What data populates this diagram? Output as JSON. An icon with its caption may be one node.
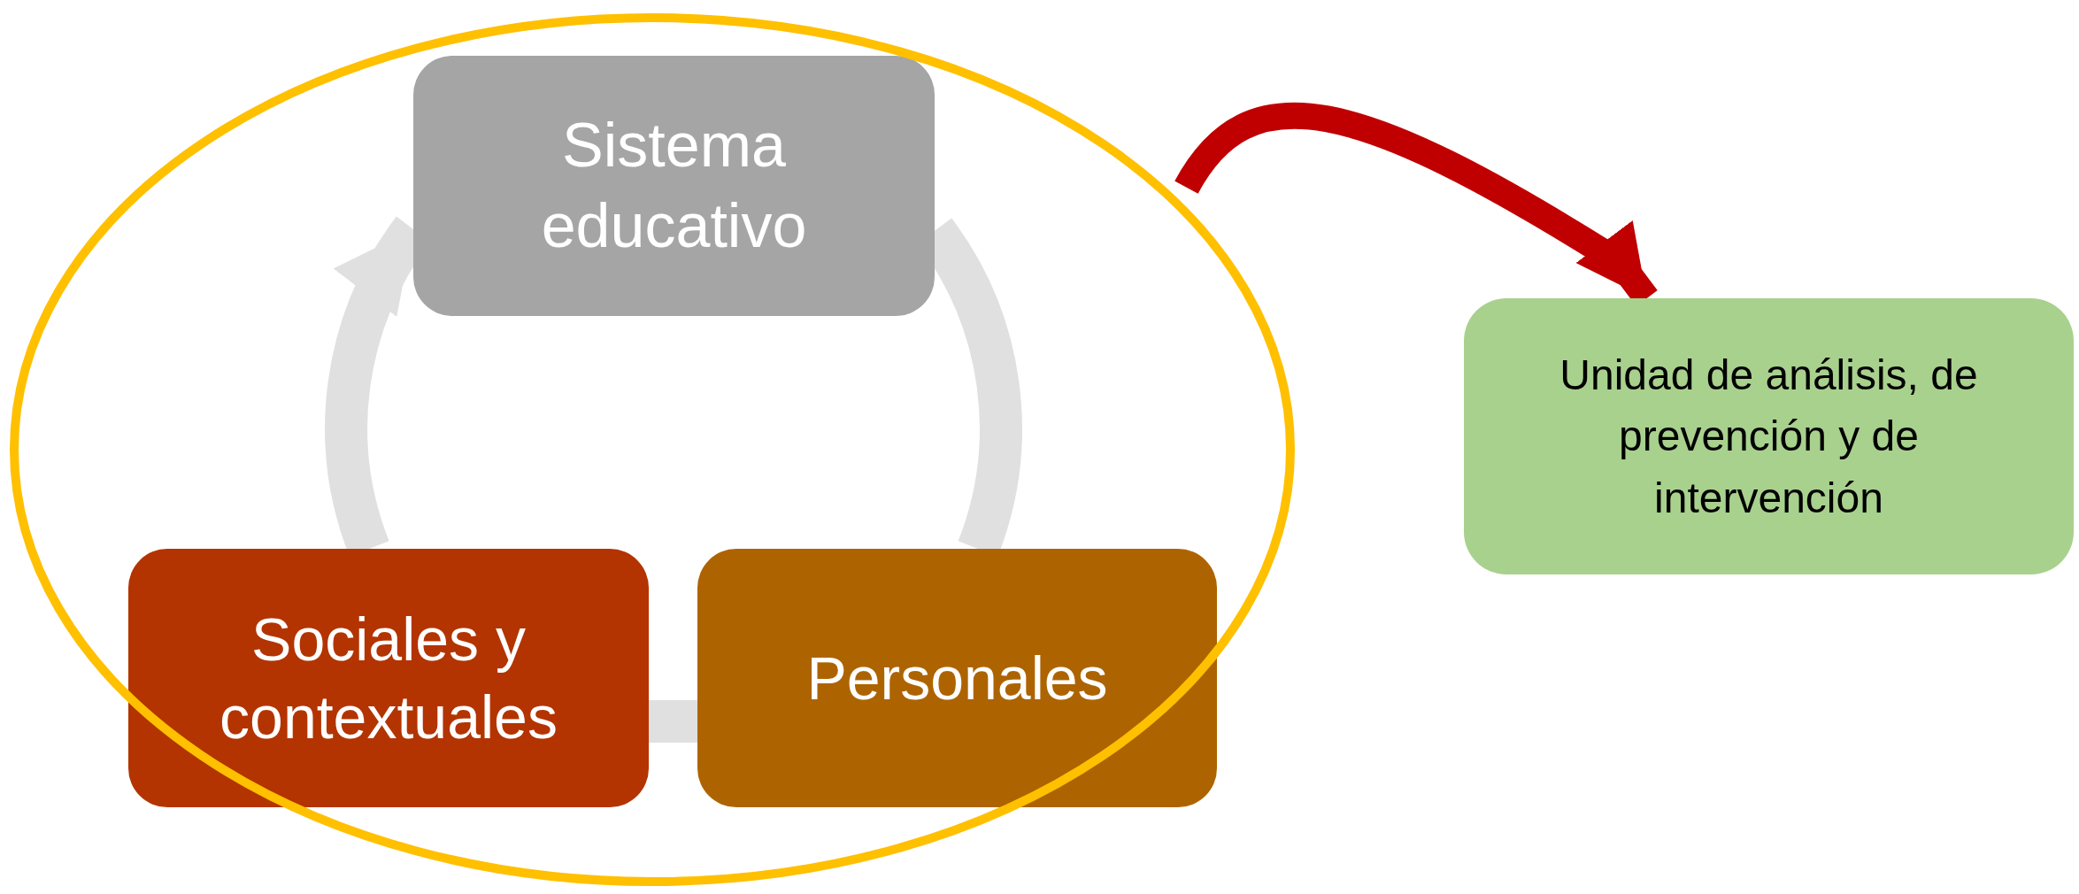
{
  "diagram": {
    "nodes": [
      {
        "text": [],
        "shape": "ellipse"
      },
      {
        "text": [
          "Sistema educativo"
        ],
        "in": 0
      },
      {
        "text": [
          "Sociales y contextuales"
        ],
        "in": 0
      },
      {
        "text": [
          "Personales"
        ],
        "in": 0
      },
      {
        "text": [
          "Unidad de análisis, de prevención y de intervención"
        ]
      }
    ],
    "edges": [
      {
        "from": 1,
        "to": 3,
        "arrow": "none"
      },
      {
        "from": 3,
        "to": 2,
        "arrow": "none"
      },
      {
        "from": 2,
        "to": 1,
        "arrow": "to"
      },
      {
        "from": 0,
        "to": 4,
        "arrow": "to",
        "color": "#c00000"
      }
    ]
  }
}
